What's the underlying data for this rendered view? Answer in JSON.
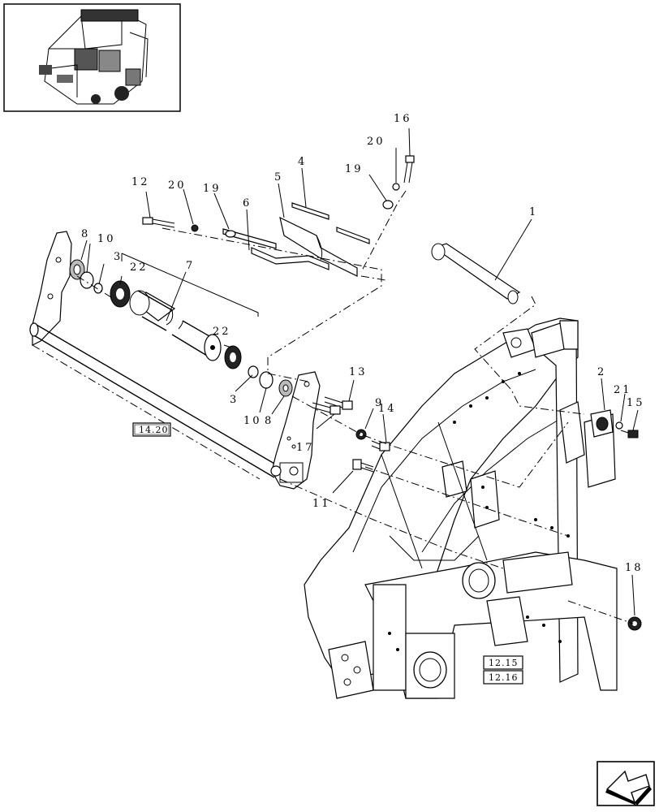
{
  "callouts": [
    {
      "id": "c1",
      "label": "1"
    },
    {
      "id": "c2",
      "label": "2"
    },
    {
      "id": "c3a",
      "label": "3"
    },
    {
      "id": "c3b",
      "label": "3"
    },
    {
      "id": "c4",
      "label": "4"
    },
    {
      "id": "c5",
      "label": "5"
    },
    {
      "id": "c6",
      "label": "6"
    },
    {
      "id": "c7",
      "label": "7"
    },
    {
      "id": "c8a",
      "label": "8"
    },
    {
      "id": "c8b",
      "label": "8"
    },
    {
      "id": "c9",
      "label": "9"
    },
    {
      "id": "c10a",
      "label": "10"
    },
    {
      "id": "c10b",
      "label": "10"
    },
    {
      "id": "c11",
      "label": "11"
    },
    {
      "id": "c12",
      "label": "12"
    },
    {
      "id": "c13",
      "label": "13"
    },
    {
      "id": "c14",
      "label": "14"
    },
    {
      "id": "c15",
      "label": "15"
    },
    {
      "id": "c16",
      "label": "16"
    },
    {
      "id": "c17",
      "label": "17"
    },
    {
      "id": "c18",
      "label": "18"
    },
    {
      "id": "c19a",
      "label": "19"
    },
    {
      "id": "c19b",
      "label": "19"
    },
    {
      "id": "c20a",
      "label": "20"
    },
    {
      "id": "c20b",
      "label": "20"
    },
    {
      "id": "c21",
      "label": "21"
    },
    {
      "id": "c22a",
      "label": "22"
    },
    {
      "id": "c22b",
      "label": "22"
    }
  ],
  "references": [
    {
      "id": "r1",
      "label": "14.20"
    },
    {
      "id": "r2",
      "label": "12.15"
    },
    {
      "id": "r3",
      "label": "12.16"
    }
  ],
  "nav_icon": "next-page-arrow-icon",
  "thumbnail_icon": "machine-overview-thumbnail-icon"
}
